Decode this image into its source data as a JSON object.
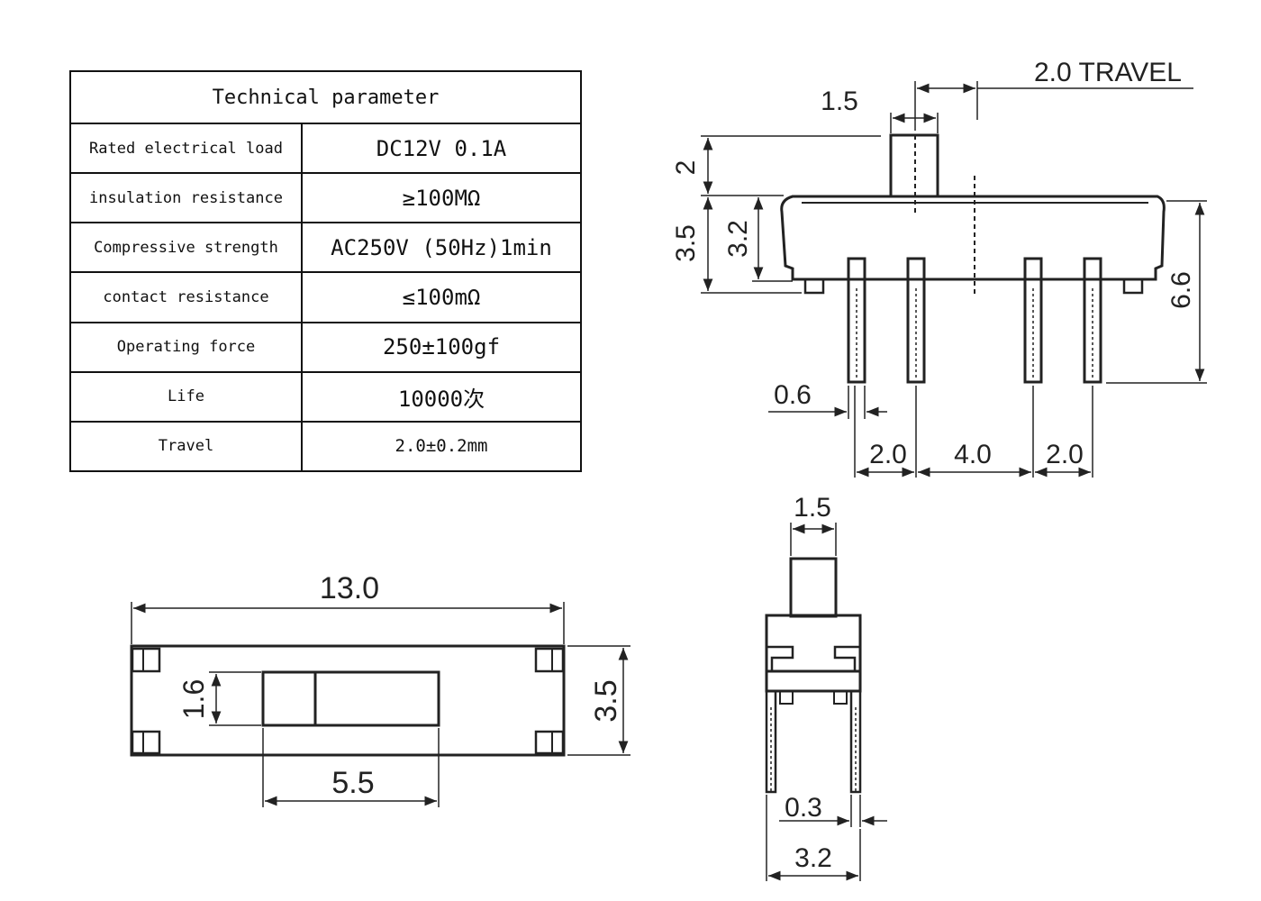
{
  "table": {
    "title": "Technical parameter",
    "rows": [
      {
        "label": "Rated electrical load",
        "value": "DC12V 0.1A"
      },
      {
        "label": "insulation resistance",
        "value": "≥100MΩ"
      },
      {
        "label": "Compressive strength",
        "value": "AC250V (50Hz)1min"
      },
      {
        "label": "contact resistance",
        "value": "≤100mΩ"
      },
      {
        "label": "Operating force",
        "value": "250±100gf"
      },
      {
        "label": "Life",
        "value": "10000次"
      },
      {
        "label": "Travel",
        "value": "2.0±0.2mm"
      }
    ]
  },
  "side_view": {
    "travel": "2.0 TRAVEL",
    "knob_width": "1.5",
    "knob_height": "2",
    "total_height": "3.5",
    "body_height": "3.2",
    "overall_height": "6.6",
    "pin_width": "0.6",
    "pitch_left": "2.0",
    "pitch_center": "4.0",
    "pitch_right": "2.0"
  },
  "top_view": {
    "length": "13.0",
    "width": "3.5",
    "slot_height": "1.6",
    "slot_length": "5.5"
  },
  "end_view": {
    "knob_width": "1.5",
    "pin_thickness": "0.3",
    "body_width": "3.2"
  }
}
